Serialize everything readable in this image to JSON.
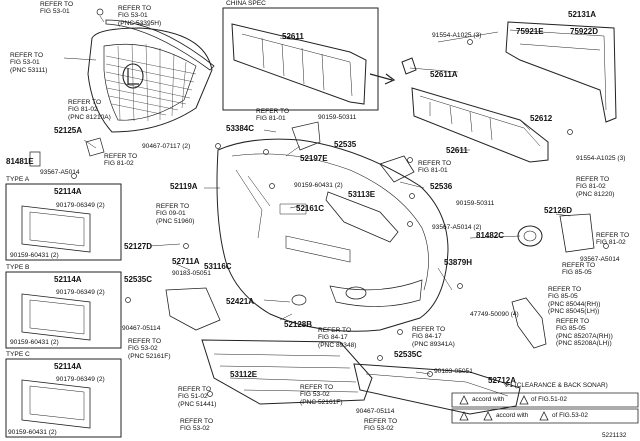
{
  "title": "CHINA SPEC",
  "doc_id": "5221132",
  "type_labels": [
    "TYPE A",
    "TYPE B",
    "TYPE C"
  ],
  "parts": {
    "p52611_upper": "52611",
    "p52131A": "52131A",
    "p75921E": "75921E",
    "p75922D": "75922D",
    "p91554_a": "91554-A1025 (3)",
    "p52611A": "52611A",
    "p52612": "52612",
    "p91554_b": "91554-A1025 (3)",
    "p52611_lower": "52611",
    "p53384C": "53384C",
    "p90467_07117": "90467-07117 (2)",
    "p90159_50311_a": "90159-50311",
    "p52535": "52535",
    "p52197E": "52197E",
    "p52125A": "52125A",
    "p93567_a": "93567-A5014",
    "p81481E": "81481E",
    "p52119A": "52119A",
    "p90159_60431_mid": "90159-60431 (2)",
    "p52536": "52536",
    "p53113E": "53113E",
    "p90159_50311_b": "90159-50311",
    "p52161C": "52161C",
    "p52126D": "52126D",
    "p93567_b": "93567-A5014 (2)",
    "p81482C": "81482C",
    "p93567_c": "93567-A5014",
    "p52127D": "52127D",
    "p52711A": "52711A",
    "p53116C": "53116C",
    "p53879H": "53879H",
    "p52535C_a": "52535C",
    "p90183_a": "90183-05051",
    "p52421A": "52421A",
    "p47749": "47749-50090 (4)",
    "p90467_05114_a": "90467-05114",
    "p52128B": "52128B",
    "p53112E": "53112E",
    "p52535C_b": "52535C",
    "p90183_b": "90183-05051",
    "p52712A": "52712A",
    "p90467_05114_b": "90467-05114",
    "p52114A_a": "52114A",
    "p90179_a": "90179-06349 (2)",
    "p90159_60431_a": "90159-60431 (2)",
    "p52114A_b": "52114A",
    "p90179_b": "90179-06349 (2)",
    "p90159_60431_b": "90159-60431 (2)",
    "p52114A_c": "52114A",
    "p90179_c": "90179-06349 (2)",
    "p90159_60431_c": "90159-60431 (2)"
  },
  "refs": {
    "r1": [
      "REFER TO",
      "FIG 53-01"
    ],
    "r2": [
      "REFER TO",
      "FIG 53-01",
      "(PNC 53395H)"
    ],
    "r3": [
      "REFER TO",
      "FIG 53-01",
      "(PNC 53111)"
    ],
    "r4": [
      "REFER TO",
      "FIG 81-02",
      "(PNC 81210A)"
    ],
    "r5": [
      "REFER TO",
      "FIG 81-02"
    ],
    "r6": [
      "REFER TO",
      "FIG 81-01"
    ],
    "r7": [
      "REFER TO",
      "FIG 81-01"
    ],
    "r8": [
      "REFER TO",
      "FIG 81-02",
      "(PNC 81220)"
    ],
    "r9": [
      "REFER TO",
      "FIG 81-02"
    ],
    "r10": [
      "REFER TO",
      "FIG 09-01",
      "(PNC 51960)"
    ],
    "r11": [
      "REFER TO",
      "FIG 85-05"
    ],
    "r12": [
      "REFER TO",
      "FIG 85-05",
      "(PNC 85044(RH))",
      "(PNC 85045(LH))"
    ],
    "r13": [
      "REFER TO",
      "FIG 85-05",
      "(PNC 85207A(RH))",
      "(PNC 85208A(LH))"
    ],
    "r14": [
      "REFER TO",
      "FIG 53-02",
      "(PNC 52161F)"
    ],
    "r15": [
      "REFER TO",
      "FIG 51-02",
      "(PNC 51441)"
    ],
    "r16": [
      "REFER TO",
      "FIG 53-02"
    ],
    "r17": [
      "REFER TO",
      "FIG 84-17",
      "(PNC 89348)"
    ],
    "r18": [
      "REFER TO",
      "FIG 84-17",
      "(PNC 89341A)"
    ],
    "r19": [
      "REFER TO",
      "FIG 53-02",
      "(PNC 52161F)"
    ],
    "r20": [
      "REFER TO",
      "FIG 53-02"
    ]
  },
  "notes": {
    "clearance": "※1 (CLEARANCE & BACK SONAR)",
    "accord_a": "accord with",
    "accord_a_of": "of FIG.51-02",
    "accord_b": "accord with",
    "accord_b_of": "of FIG.53-02"
  }
}
